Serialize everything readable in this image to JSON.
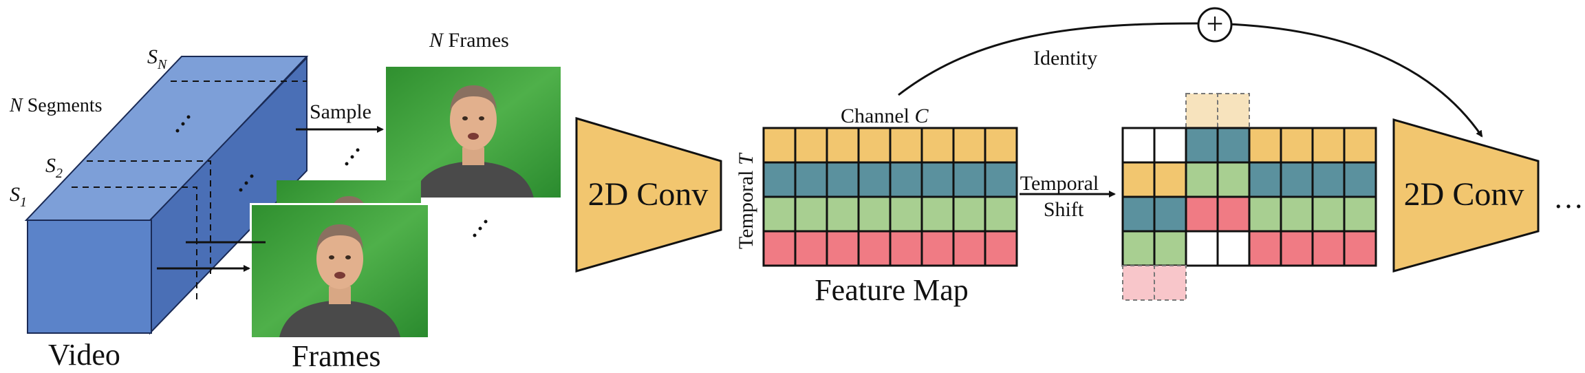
{
  "figure": {
    "video_label": "Video",
    "frames_label": "Frames",
    "n_frames_label": "N Frames",
    "n_frames_var": "N",
    "n_frames_word": "Frames",
    "n_segments_var": "N",
    "n_segments_word": "Segments",
    "segment_labels": [
      {
        "base": "S",
        "sub": "N"
      },
      {
        "base": "S",
        "sub": "2"
      },
      {
        "base": "S",
        "sub": "1"
      }
    ],
    "sample_label": "Sample",
    "conv_label": "2D Conv",
    "conv2_label": "2D Conv",
    "channel_label": "Channel",
    "channel_var": "C",
    "temporal_label": "Temporal",
    "temporal_var": "T",
    "feature_map_label": "Feature Map",
    "shift_label_1": "Temporal",
    "shift_label_2": "Shift",
    "identity_label": "Identity",
    "plus_symbol": "+",
    "ellipsis": "…"
  },
  "colors": {
    "box_front": "#5b83c9",
    "box_top": "#7d9fd8",
    "box_side": "#4a6fb6",
    "conv_fill": "#f2c66f",
    "row_yellow": "#f2c66f",
    "row_teal": "#5b919e",
    "row_green": "#a8cf91",
    "row_red": "#f07b84",
    "ghost_yellow": "#f7e3bd",
    "ghost_red": "#f8c6ca",
    "green_screen": "#3a9c3a"
  },
  "feature_map": {
    "rows": [
      "yellow",
      "teal",
      "green",
      "red"
    ],
    "columns": 8
  },
  "shifted_map": {
    "rows": [
      [
        "white",
        "white",
        "teal",
        "teal",
        "yellow",
        "yellow",
        "yellow",
        "yellow"
      ],
      [
        "yellow",
        "yellow",
        "green",
        "green",
        "teal",
        "teal",
        "teal",
        "teal"
      ],
      [
        "teal",
        "teal",
        "red",
        "red",
        "green",
        "green",
        "green",
        "green"
      ],
      [
        "green",
        "green",
        "white",
        "white",
        "red",
        "red",
        "red",
        "red"
      ]
    ],
    "ghost_top": [
      "yellow",
      "yellow"
    ],
    "ghost_bottom": [
      "red",
      "red"
    ]
  }
}
